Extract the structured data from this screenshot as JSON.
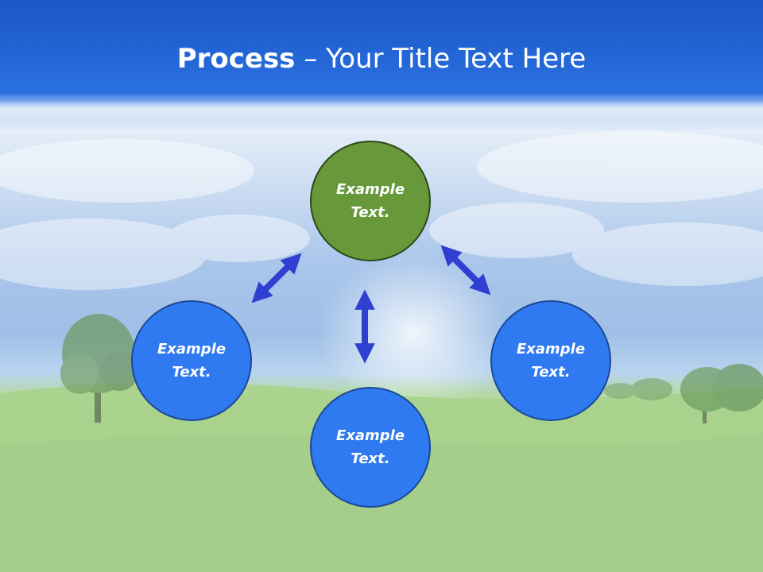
{
  "slide": {
    "title_bold": "Process",
    "title_rest": " – Your Title Text Here"
  },
  "nodes": {
    "top": {
      "text": "Example Text.",
      "color": "#67993a"
    },
    "left": {
      "text": "Example Text.",
      "color": "#2f7af0"
    },
    "right": {
      "text": "Example Text.",
      "color": "#2f7af0"
    },
    "bottom": {
      "text": "Example Text.",
      "color": "#2f7af0"
    }
  },
  "colors": {
    "header": "#2366d6",
    "arrow": "#2f3fd0"
  },
  "arrows": [
    {
      "name": "arrow-top-left",
      "direction": "bidirectional"
    },
    {
      "name": "arrow-top-right",
      "direction": "bidirectional"
    },
    {
      "name": "arrow-center-vertical",
      "direction": "bidirectional"
    }
  ]
}
